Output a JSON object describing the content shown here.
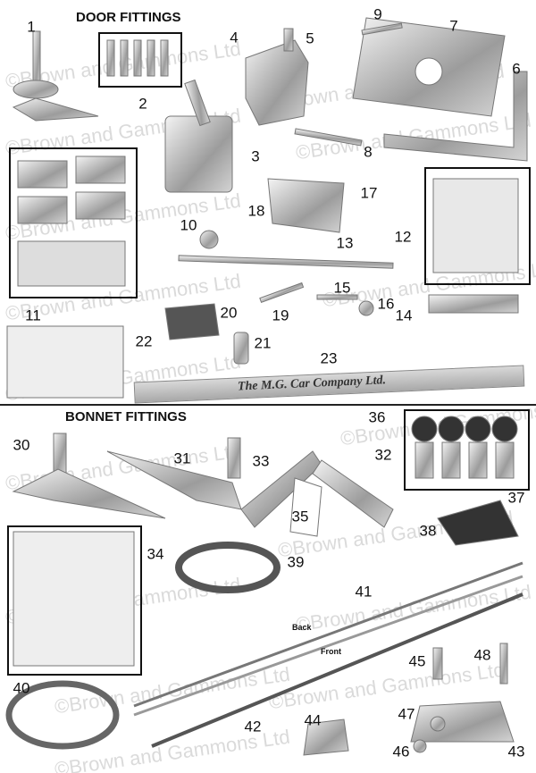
{
  "sections": {
    "door": "DOOR FITTINGS",
    "bonnet": "BONNET FITTINGS"
  },
  "watermark": "©Brown and Gammons Ltd",
  "plate_text": "The M.G. Car Company Ltd.",
  "annotations": {
    "back": "Back",
    "front": "Front"
  },
  "callouts": [
    "1",
    "2",
    "3",
    "4",
    "5",
    "6",
    "7",
    "8",
    "9",
    "10",
    "11",
    "12",
    "13",
    "14",
    "15",
    "16",
    "17",
    "18",
    "19",
    "20",
    "21",
    "22",
    "23",
    "30",
    "31",
    "32",
    "33",
    "34",
    "35",
    "36",
    "37",
    "38",
    "39",
    "40",
    "41",
    "42",
    "43",
    "44",
    "45",
    "46",
    "47",
    "48"
  ]
}
